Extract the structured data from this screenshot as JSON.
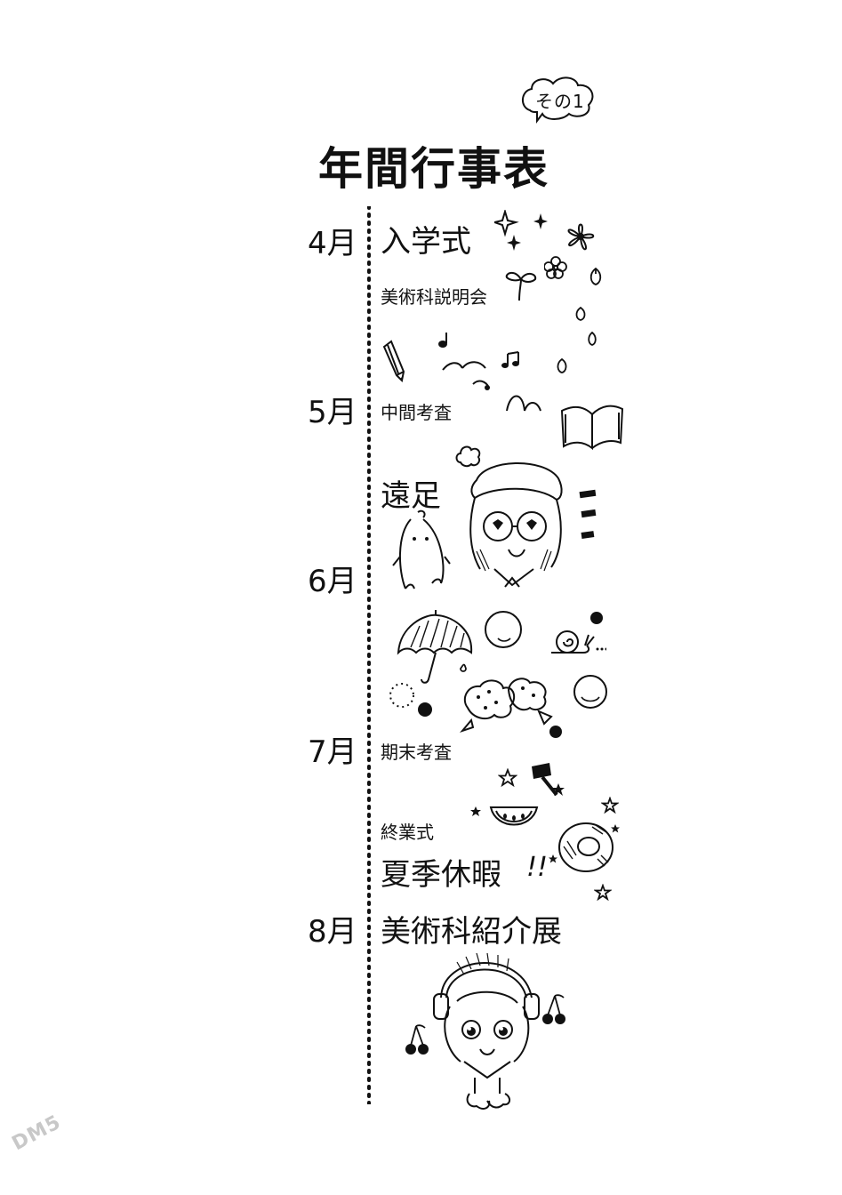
{
  "header": {
    "bubble_label": "その1",
    "title": "年間行事表"
  },
  "months": [
    {
      "label": "4月"
    },
    {
      "label": "5月"
    },
    {
      "label": "6月"
    },
    {
      "label": "7月"
    },
    {
      "label": "8月"
    }
  ],
  "events": [
    {
      "text": "入学式",
      "size": "big"
    },
    {
      "text": "美術科説明会",
      "size": "small"
    },
    {
      "text": "中間考査",
      "size": "small"
    },
    {
      "text": "遠足",
      "size": "big"
    },
    {
      "text": "期末考査",
      "size": "small"
    },
    {
      "text": "終業式",
      "size": "small"
    },
    {
      "text": "夏季休暇",
      "size": "big"
    },
    {
      "text": "美術科紹介展",
      "size": "big"
    }
  ],
  "exclaim": "!!",
  "watermark": "DM5",
  "icons": [
    "sparkle-icon",
    "sakura-flower-icon",
    "petal-icon",
    "sprout-icon",
    "pencil-icon",
    "music-note-icon",
    "bird-icon",
    "open-book-icon",
    "glasses-girl-icon",
    "spirit-creature-icon",
    "umbrella-icon",
    "snail-icon",
    "hydrangea-icon",
    "hammer-icon",
    "watermelon-icon",
    "swim-ring-icon",
    "star-icon",
    "headphone-girl-icon",
    "cherry-icon"
  ]
}
